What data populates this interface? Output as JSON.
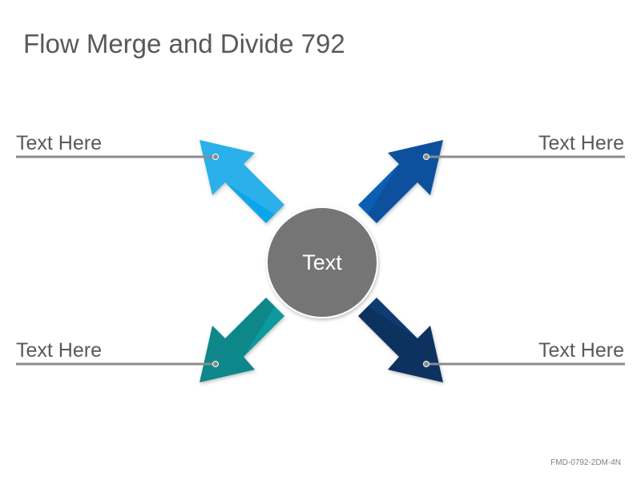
{
  "title": "Flow Merge and Divide 792",
  "center": {
    "label": "Text",
    "color": "#757575"
  },
  "branches": [
    {
      "label": "Text Here",
      "color": "#0ea5e9"
    },
    {
      "label": "Text Here",
      "color": "#0b5db4"
    },
    {
      "label": "Text Here",
      "color": "#0a9a9e"
    },
    {
      "label": "Text Here",
      "color": "#103a72"
    }
  ],
  "footer": "FMD-0792-2DM-4N"
}
